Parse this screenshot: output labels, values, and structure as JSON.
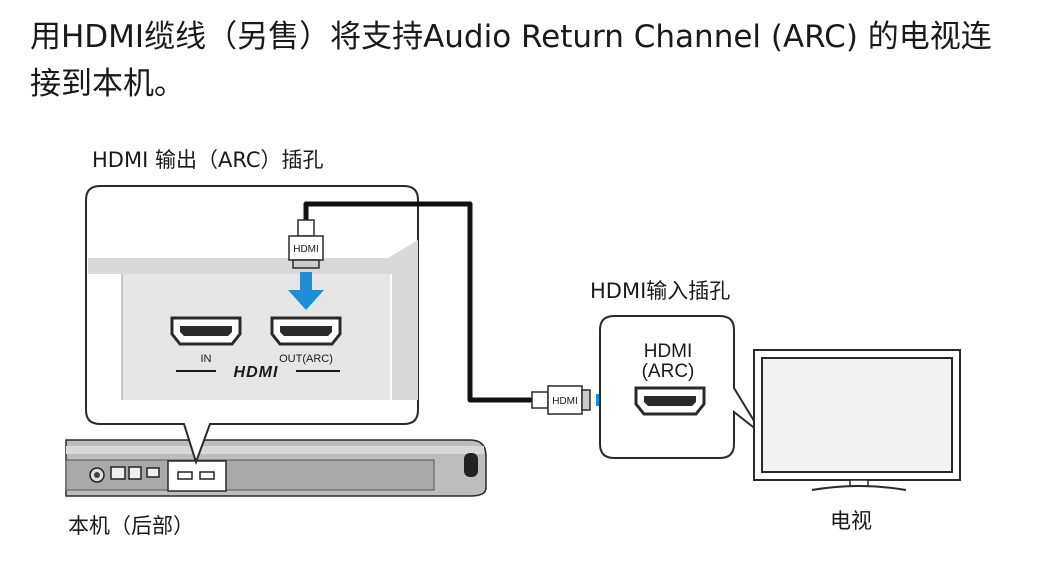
{
  "intro": {
    "line1": "用HDMI缆线（另售）将支持Audio Return Channel (ARC) 的电视连",
    "line2": "接到本机。"
  },
  "labels": {
    "unit_output_jack": "HDMI 输出（ARC）插孔",
    "tv_input_jack": "HDMI输入插孔",
    "unit_rear": "本机（后部）",
    "tv": "电视"
  },
  "unit_panel": {
    "port_in": "IN",
    "port_out": "OUT(ARC)",
    "logo": "HDMI"
  },
  "tv_panel": {
    "port_name": "HDMI",
    "port_sub": "(ARC)"
  },
  "cable": {
    "plug_text_top": "HDMI",
    "plug_text_right": "HDMI"
  },
  "colors": {
    "arrow": "#1e8fd6",
    "outline": "#2a2a2a",
    "panel_fill": "#e6e6e6",
    "unit_body": "#bdbdbd"
  }
}
